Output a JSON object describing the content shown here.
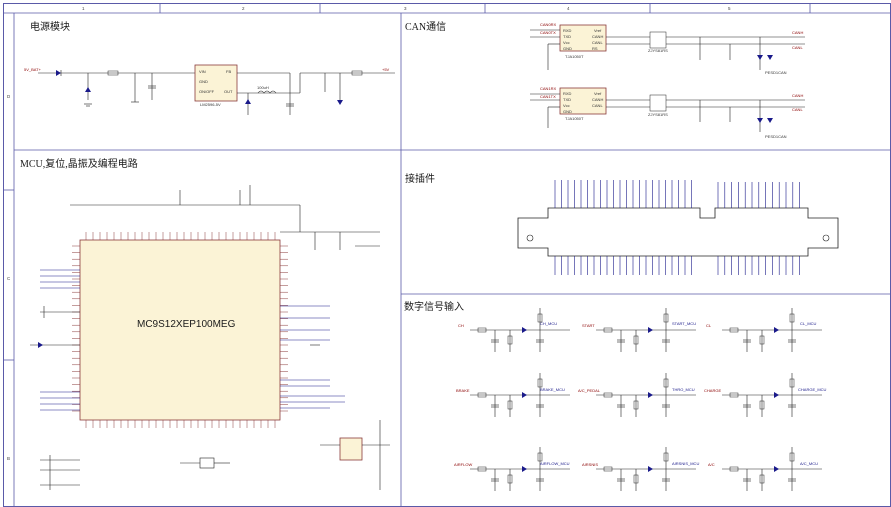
{
  "sections": {
    "power": "电源模块",
    "can": "CAN通信",
    "mcu": "MCU,复位,晶振及编程电路",
    "connector": "接插件",
    "digital": "数字信号输入"
  },
  "mcu_chip": {
    "label": "MC9S12XEP100MEG"
  },
  "frame": {
    "columns": [
      "1",
      "2",
      "3",
      "4",
      "5"
    ],
    "rows": [
      "D",
      "C",
      "B"
    ]
  },
  "power_labels": {
    "input_net": "5V_BAT+",
    "regulator": "LM2596-5V",
    "output": "+5V",
    "inductor": "100uH"
  },
  "can_labels": {
    "u1_in": [
      "CAN0RX",
      "CAN0TX"
    ],
    "u2_in": [
      "CAN1RX",
      "CAN1TX"
    ],
    "u1_out": [
      "CANH",
      "CANL"
    ],
    "u2_out": [
      "CANH",
      "CANL"
    ],
    "transceiver": "TJA1050T",
    "choke": "ZJYS81RS",
    "tvs": "PESD1CAN"
  },
  "digital_inputs": {
    "row1": [
      "CH",
      "START",
      "CL"
    ],
    "row2": [
      "BRAKE",
      "A/C_PEDAL",
      "CHARGE"
    ],
    "row3": [
      "AIRFLOW",
      "AIRSNIS",
      "A/C"
    ],
    "mcu_nets_row1": [
      "CH_MCU",
      "START_MCU",
      "CL_MCU"
    ],
    "mcu_nets_row2": [
      "BRAKE_MCU",
      "THRO_MCU",
      "CHARGE_MCU"
    ],
    "mcu_nets_row3": [
      "AIRFLOW_MCU",
      "AIRSNIS_MCU",
      "A/C_MCU"
    ]
  },
  "colors": {
    "frame": "#5a5aa8",
    "chip_fill": "#fbf3d6",
    "chip_outline": "#8a3a3a",
    "net_red": "#8b0000",
    "net_blue": "#1a1a8a"
  }
}
